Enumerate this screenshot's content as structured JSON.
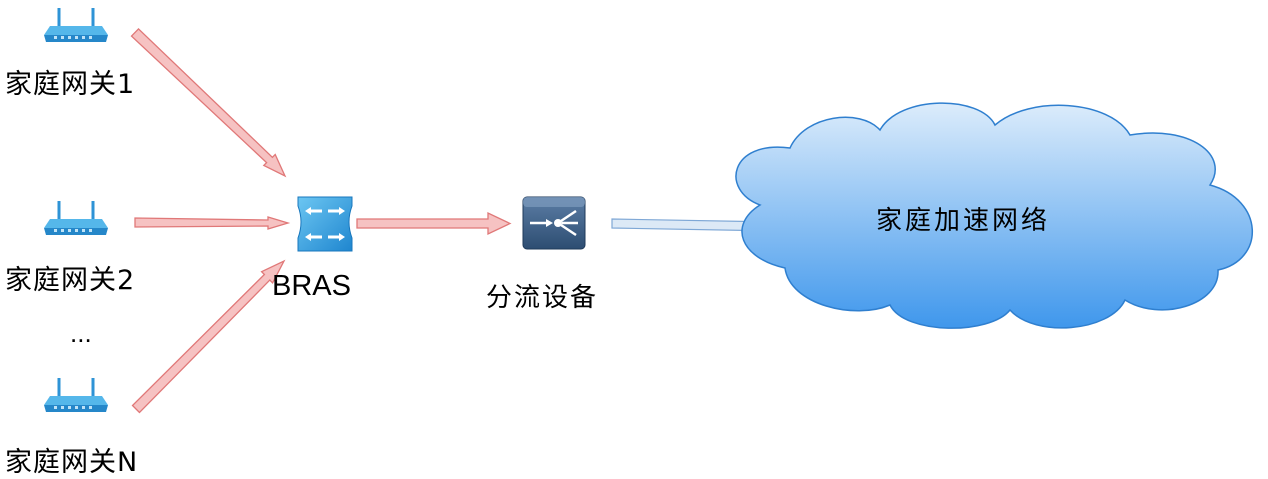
{
  "gateways": [
    {
      "label": "家庭网关1"
    },
    {
      "label": "家庭网关2"
    },
    {
      "label": "..."
    },
    {
      "label": "家庭网关N"
    }
  ],
  "bras": {
    "label": "BRAS"
  },
  "splitter": {
    "label": "分流设备"
  },
  "cloud": {
    "label": "家庭加速网络"
  },
  "colors": {
    "arrow_fill": "#f6c2c2",
    "arrow_stroke": "#e07878",
    "link_fill": "#dce9f6",
    "link_stroke": "#7fa8d6",
    "cloud_top": "#dcecfb",
    "cloud_bottom": "#3f97ec",
    "device_blue": "#3aa0dd"
  }
}
